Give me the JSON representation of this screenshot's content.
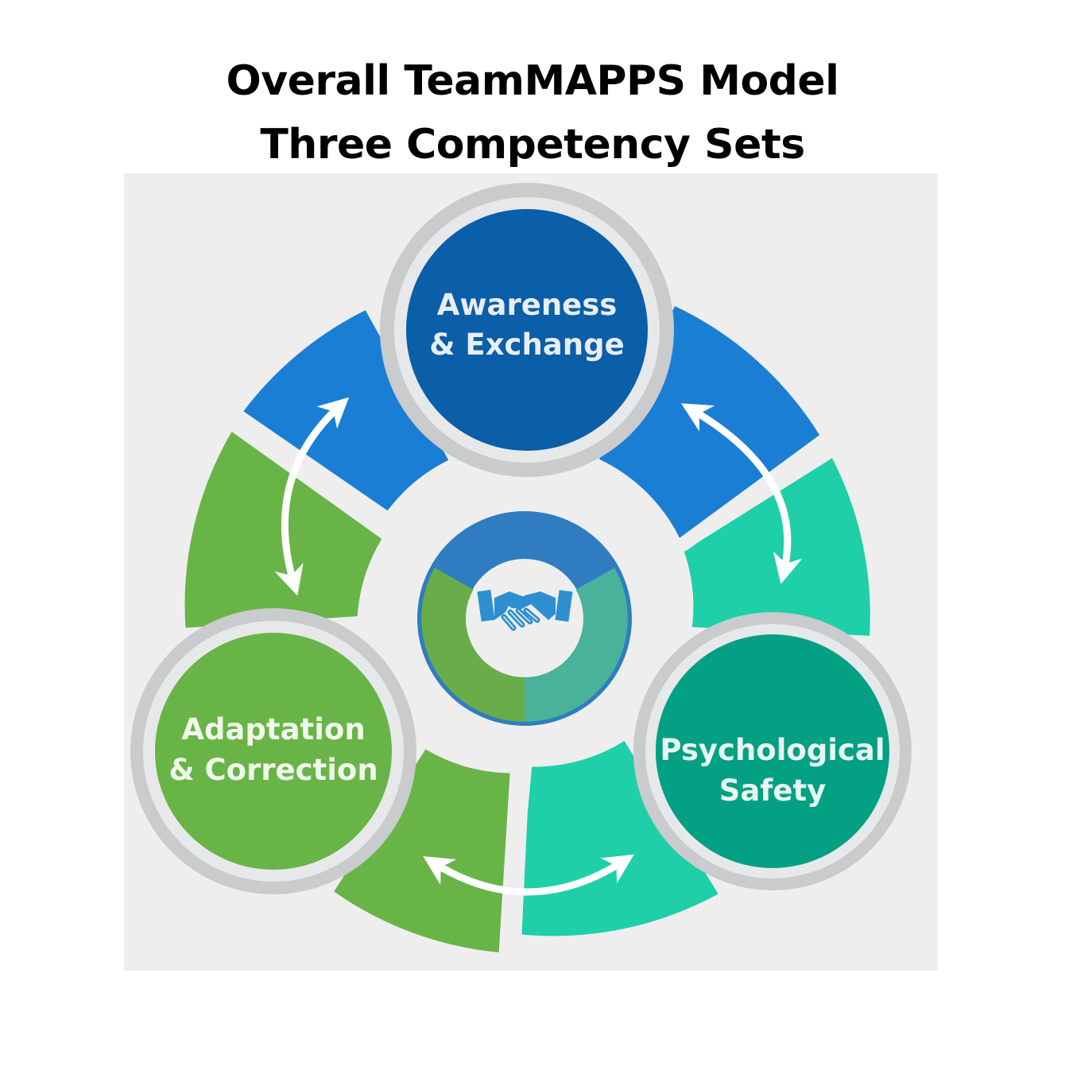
{
  "title": {
    "line1": "Overall TeamMAPPS Model",
    "line2": "Three Competency Sets"
  },
  "nodes": {
    "awareness": {
      "line1": "Awareness",
      "line2": "& Exchange"
    },
    "psychological": {
      "line1": "Psychological",
      "line2": "Safety"
    },
    "adaptation": {
      "line1": "Adaptation",
      "line2": "& Correction"
    }
  },
  "center_icon": "handshake-icon",
  "colors": {
    "blue_dark": "#0b5ea8",
    "blue": "#1a7fd4",
    "teal_dark": "#03a083",
    "teal": "#1fcfa8",
    "green": "#69b447",
    "ring_gray": "#c9cbcd",
    "panel": "#eeeeee",
    "arrow": "#ffffff"
  }
}
